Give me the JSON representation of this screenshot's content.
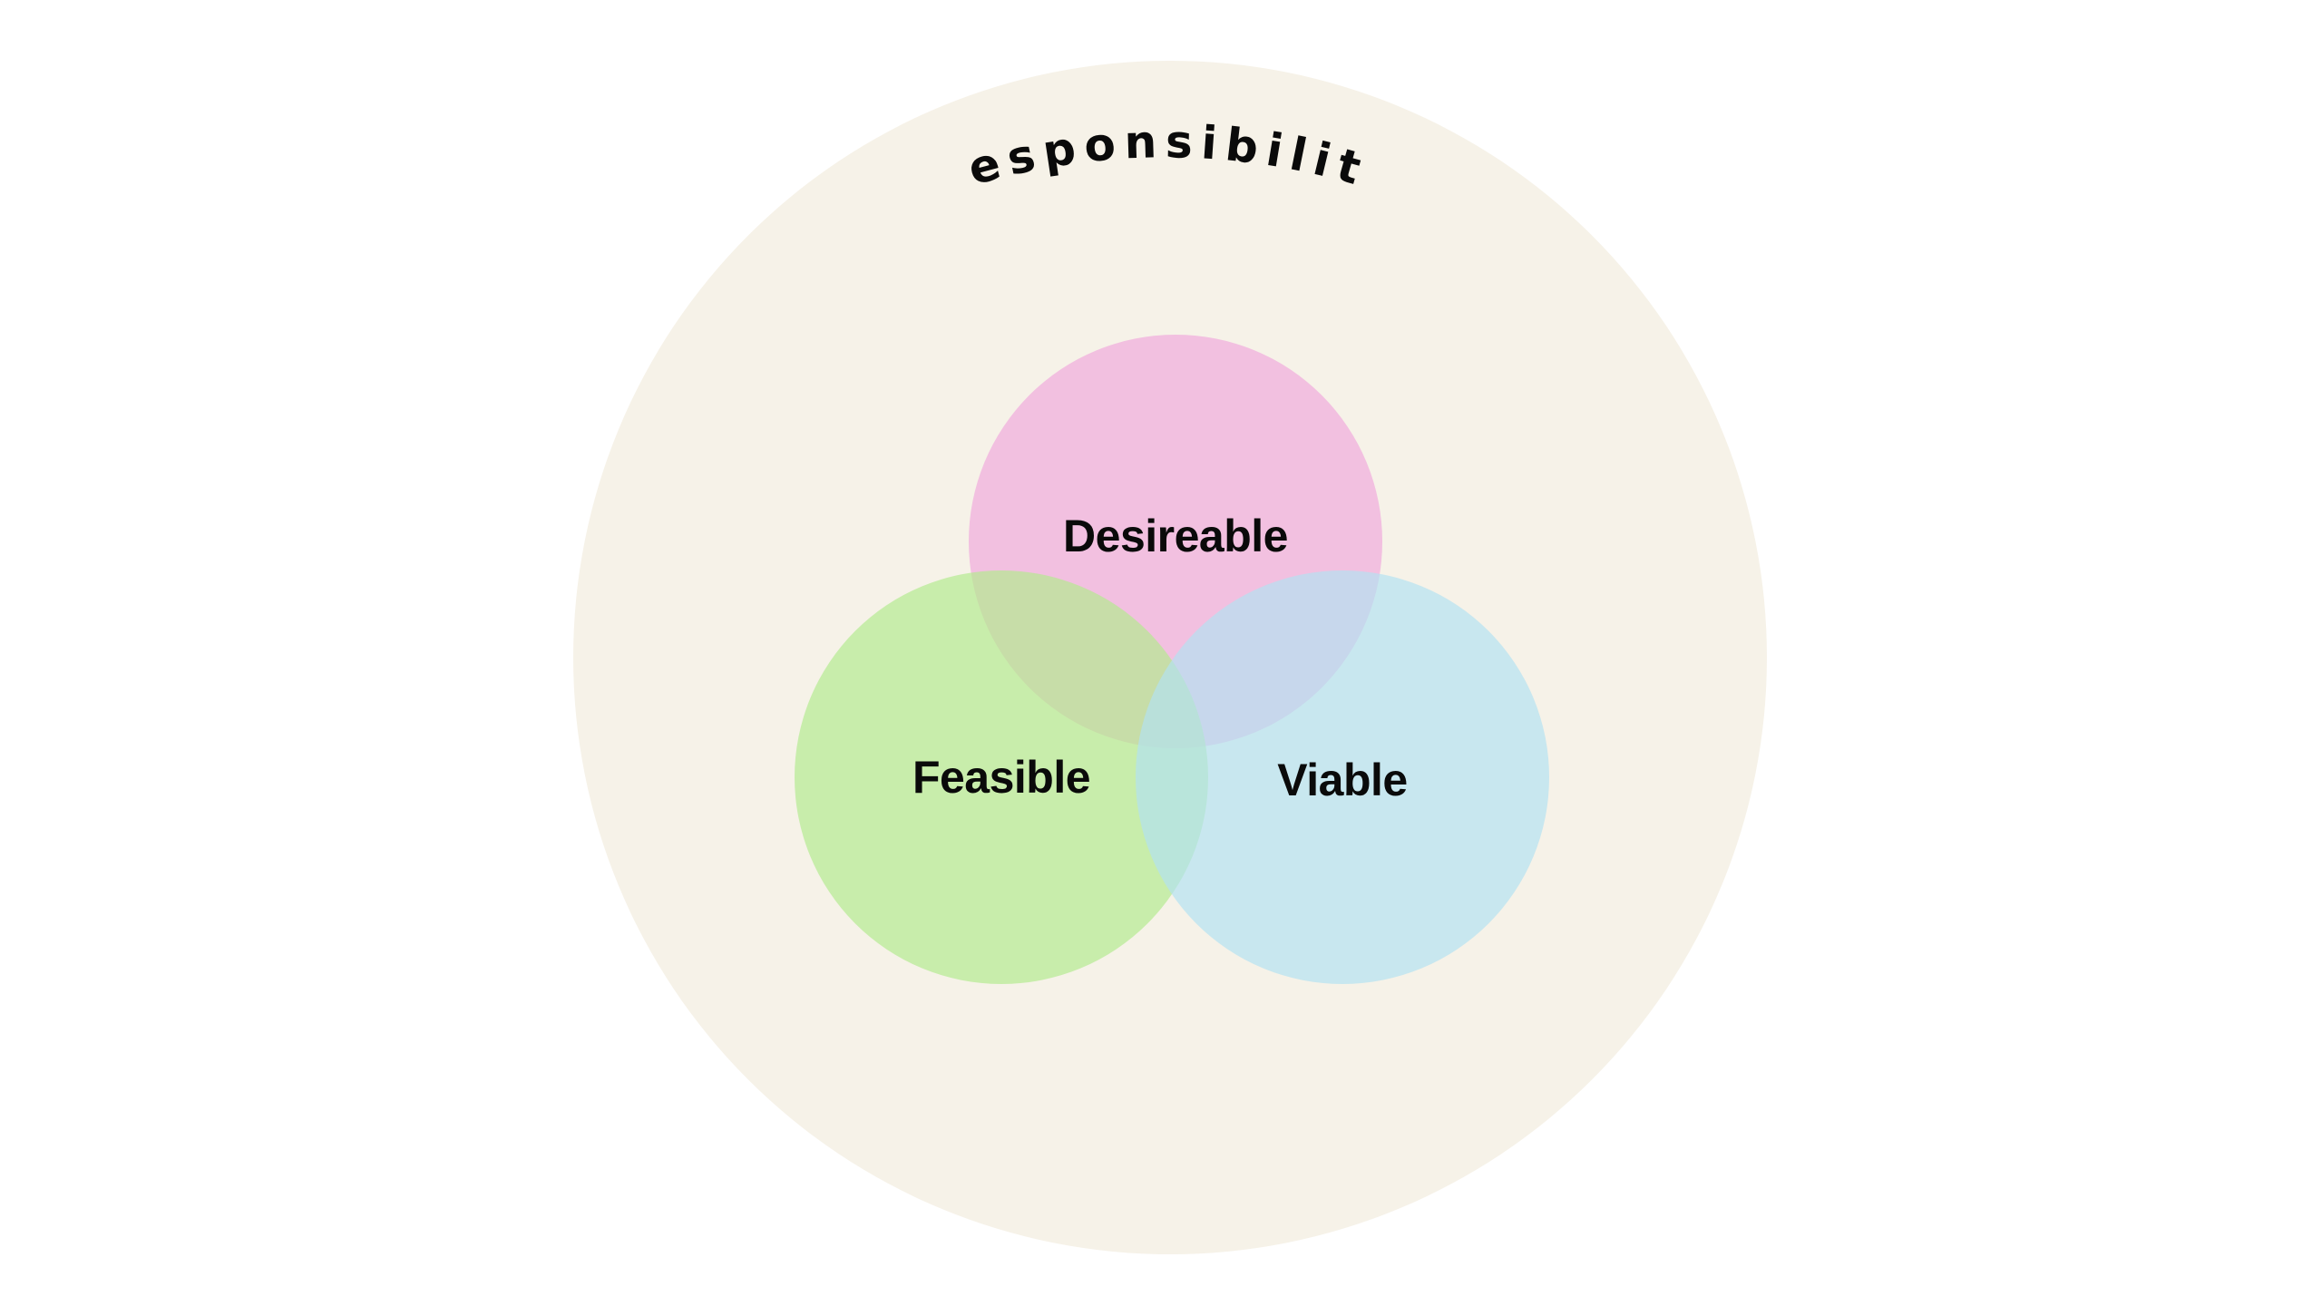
{
  "diagram": {
    "outer": {
      "label": "Responsibility",
      "color": "#f6f2e8"
    },
    "circles": [
      {
        "id": "desireable",
        "label": "Desireable",
        "color": "#f0a8dc",
        "opacity": 0.68
      },
      {
        "id": "feasible",
        "label": "Feasible",
        "color": "#b2ea8e",
        "opacity": 0.68
      },
      {
        "id": "viable",
        "label": "Viable",
        "color": "#b2e2f2",
        "opacity": 0.68
      }
    ]
  }
}
